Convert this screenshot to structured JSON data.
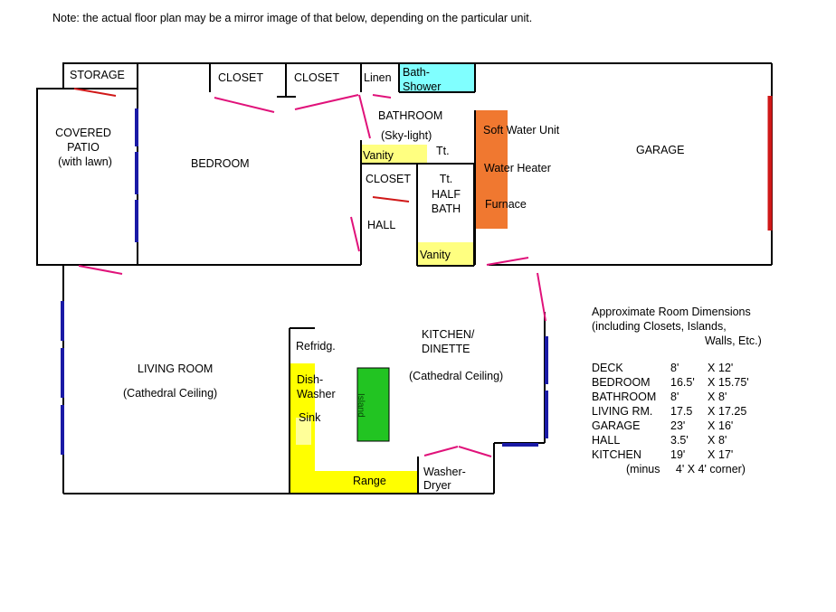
{
  "note": "Note:  the actual floor plan may be a mirror image of that below, depending on the particular unit.",
  "rooms": {
    "storage": "STORAGE",
    "closet1": "CLOSET",
    "closet2": "CLOSET",
    "linen": "Linen",
    "bath_shower_1": "Bath-",
    "bath_shower_2": "Shower",
    "covered_patio_1": "COVERED",
    "covered_patio_2": "PATIO",
    "covered_patio_3": "(with lawn)",
    "bedroom": "BEDROOM",
    "bathroom": "BATHROOM",
    "skylight": "(Sky-light)",
    "tt1": "Tt.",
    "vanity1": "Vanity",
    "closet3": "CLOSET",
    "half_bath_1": "Tt.",
    "half_bath_2": "HALF",
    "half_bath_3": "BATH",
    "hall": "HALL",
    "vanity2": "Vanity",
    "soft_water": "Soft Water Unit",
    "water_heater": "Water Heater",
    "furnace": "Furnace",
    "garage": "GARAGE",
    "living_room": "LIVING ROOM",
    "living_cathedral": "(Cathedral Ceiling)",
    "refridg": "Refridg.",
    "dishwasher_1": "Dish-",
    "dishwasher_2": "Washer",
    "sink": "Sink",
    "island": "Island",
    "kitchen_1": "KITCHEN/",
    "kitchen_2": "DINETTE",
    "kitchen_cathedral": "(Cathedral Ceiling)",
    "range": "Range",
    "washer_1": "Washer-",
    "washer_2": "Dryer"
  },
  "dimensions": {
    "title_1": "Approximate Room Dimensions",
    "title_2": "(including Closets, Islands,",
    "title_3": "Walls, Etc.)",
    "times": "X",
    "rows": [
      {
        "name": "DECK",
        "a": "8'",
        "b": "12'"
      },
      {
        "name": "BEDROOM",
        "a": "16.5'",
        "b": "15.75'"
      },
      {
        "name": "BATHROOM",
        "a": "8'",
        "b": "8'"
      },
      {
        "name": "LIVING RM.",
        "a": "17.5",
        "b": "17.25"
      },
      {
        "name": "GARAGE",
        "a": "23'",
        "b": "16'"
      },
      {
        "name": "HALL",
        "a": "3.5'",
        "b": "8'"
      },
      {
        "name": "KITCHEN",
        "a": "19'",
        "b": "17'"
      }
    ],
    "foot_1": "(minus",
    "foot_2": "4'",
    "foot_3": "4'",
    "foot_4": "corner)"
  },
  "colors": {
    "wall": "#000000",
    "door": "#e0127a",
    "window": "#1a1aa6",
    "garage_door": "#d01818",
    "closet_door": "#d01818",
    "shower": "#80ffff",
    "vanity": "#ffff80",
    "counter": "#ffff00",
    "counter_light": "#ffff99",
    "utility": "#f07830",
    "island": "#22c422"
  }
}
